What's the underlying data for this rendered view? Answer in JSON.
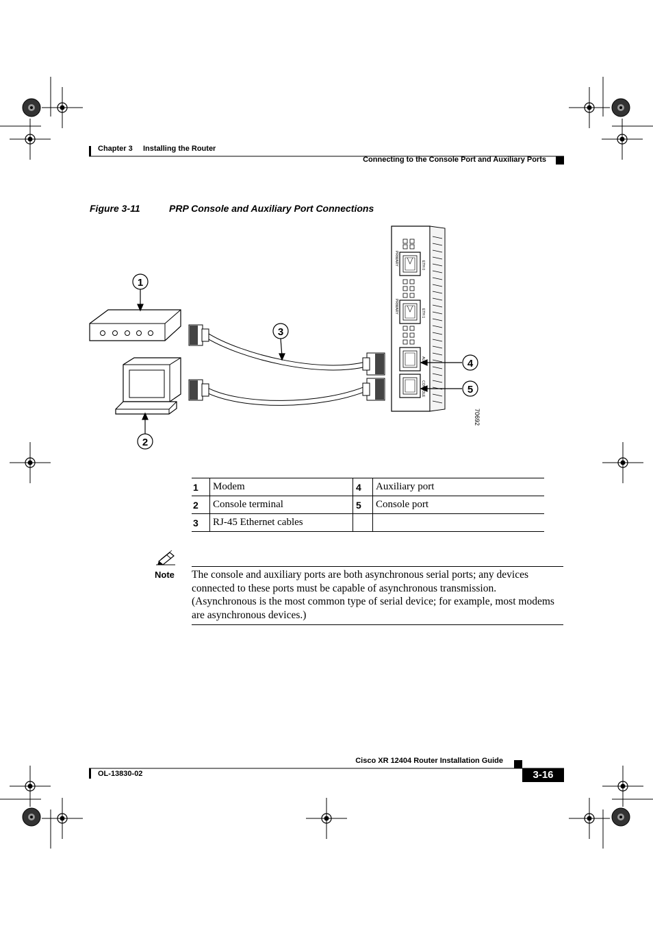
{
  "header": {
    "chapter": "Chapter 3",
    "chapter_title": "Installing the Router",
    "section": "Connecting to the Console Port and Auxiliary Ports"
  },
  "figure": {
    "number": "Figure 3-11",
    "title": "PRP Console and Auxiliary Port Connections",
    "callouts": [
      "1",
      "2",
      "3",
      "4",
      "5"
    ],
    "panel_labels": [
      "ETH 0",
      "ETH 1",
      "AUX",
      "CONSOLE",
      "PRIMARY"
    ],
    "art_id": "70692"
  },
  "legend": {
    "rows": [
      {
        "n1": "1",
        "t1": "Modem",
        "n2": "4",
        "t2": "Auxiliary port"
      },
      {
        "n1": "2",
        "t1": "Console terminal",
        "n2": "5",
        "t2": "Console port"
      },
      {
        "n1": "3",
        "t1": "RJ-45 Ethernet cables",
        "n2": "",
        "t2": ""
      }
    ]
  },
  "note": {
    "label": "Note",
    "text": "The console and auxiliary ports are both asynchronous serial ports; any devices connected to these ports must be capable of asynchronous transmission. (Asynchronous is the most common type of serial device; for example, most modems are asynchronous devices.)"
  },
  "footer": {
    "guide_title": "Cisco XR 12404 Router Installation Guide",
    "doc_number": "OL-13830-02",
    "page_number": "3-16"
  }
}
